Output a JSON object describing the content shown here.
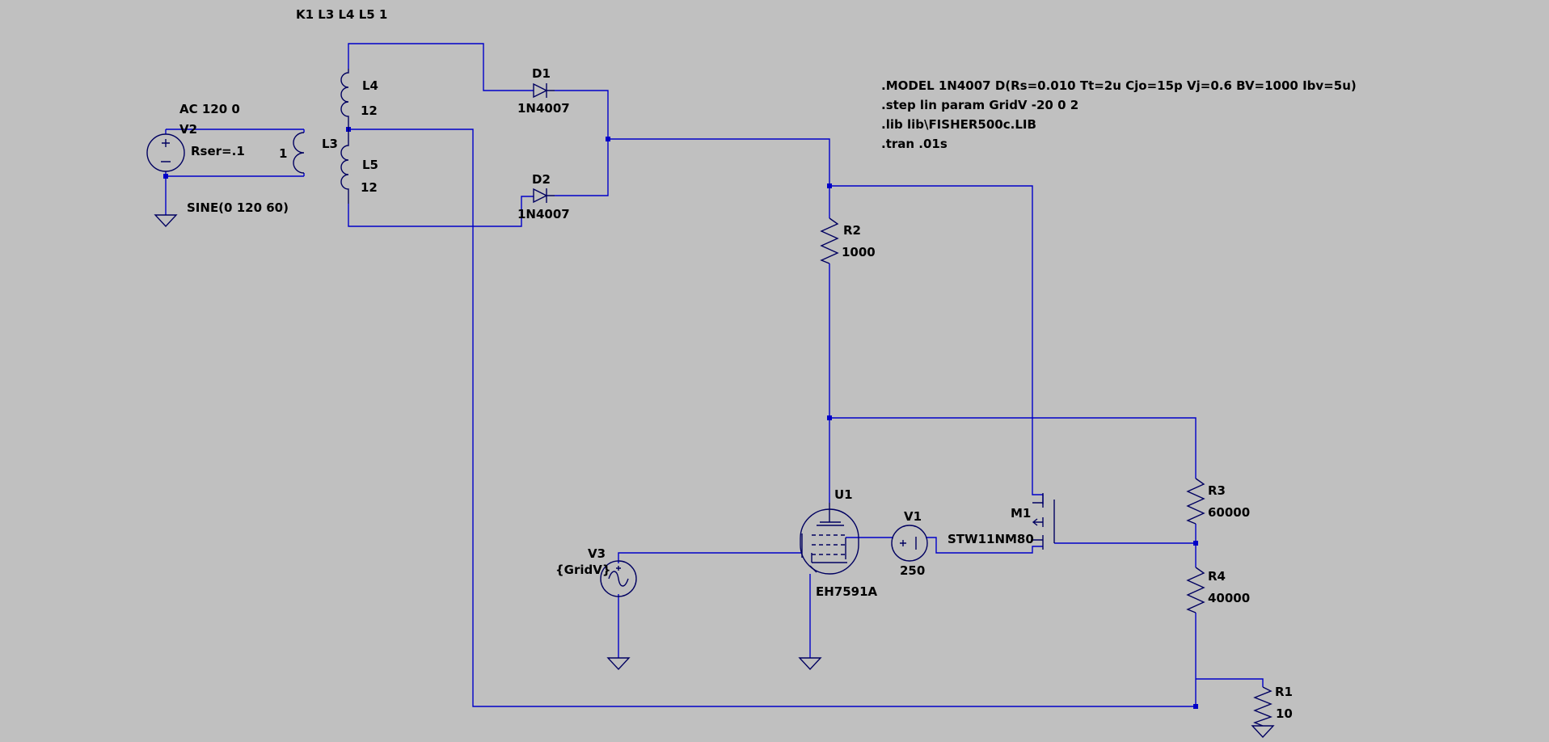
{
  "schematic": {
    "coupling": "K1 L3 L4 L5 1",
    "directives": [
      ".MODEL 1N4007 D(Rs=0.010 Tt=2u Cjo=15p Vj=0.6 BV=1000 Ibv=5u)",
      ".step lin param GridV -20 0 2",
      ".lib lib\\FISHER500c.LIB",
      ".tran .01s"
    ],
    "components": {
      "v2": {
        "name": "V2",
        "ac": "AC 120 0",
        "rser": "Rser=.1",
        "wave": "SINE(0 120 60)"
      },
      "l3": {
        "name": "L3",
        "value": "1"
      },
      "l4": {
        "name": "L4",
        "value": "12"
      },
      "l5": {
        "name": "L5",
        "value": "12"
      },
      "d1": {
        "name": "D1",
        "value": "1N4007"
      },
      "d2": {
        "name": "D2",
        "value": "1N4007"
      },
      "r2": {
        "name": "R2",
        "value": "1000"
      },
      "r3": {
        "name": "R3",
        "value": "60000"
      },
      "r4": {
        "name": "R4",
        "value": "40000"
      },
      "r1": {
        "name": "R1",
        "value": "10"
      },
      "u1": {
        "name": "U1",
        "value": "EH7591A"
      },
      "v1": {
        "name": "V1",
        "value": "250"
      },
      "m1": {
        "name": "M1",
        "value": "STW11NM80"
      },
      "v3": {
        "name": "V3",
        "value": "{GridV}"
      }
    }
  },
  "colors": {
    "background": "#c0c0c0",
    "wire": "#0000c8",
    "symbol": "#000060",
    "text": "#000000"
  }
}
